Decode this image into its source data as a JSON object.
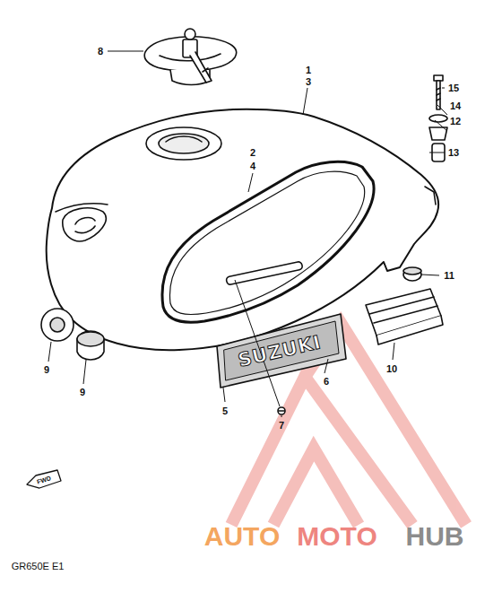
{
  "diagram": {
    "labels": [
      "8",
      "1",
      "3",
      "15",
      "14",
      "12",
      "13",
      "2",
      "4",
      "11",
      "9",
      "9",
      "10",
      "SUZUKI",
      "5",
      "6",
      "7",
      "FWD",
      "GR650E E1",
      "AUTO",
      "MOTO",
      "HUB"
    ]
  }
}
